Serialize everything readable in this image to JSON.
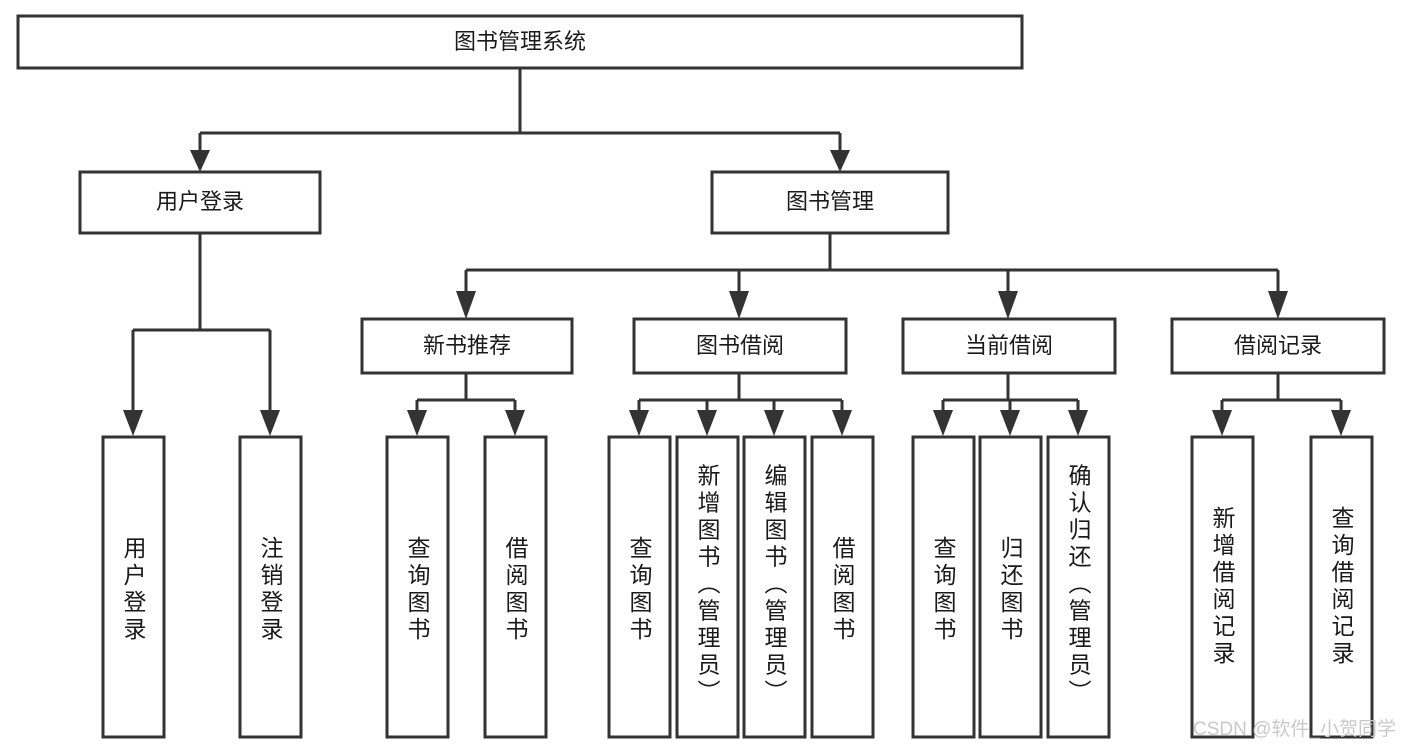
{
  "diagram": {
    "type": "tree-hierarchy",
    "title": "图书管理系统",
    "root": {
      "id": "root",
      "label": "图书管理系统"
    },
    "level1": [
      {
        "id": "user-login",
        "label": "用户登录"
      },
      {
        "id": "book-manage",
        "label": "图书管理"
      }
    ],
    "level2": [
      {
        "id": "new-book-recommend",
        "label": "新书推荐",
        "parent": "book-manage"
      },
      {
        "id": "book-borrow",
        "label": "图书借阅",
        "parent": "book-manage"
      },
      {
        "id": "current-borrow",
        "label": "当前借阅",
        "parent": "book-manage"
      },
      {
        "id": "borrow-record",
        "label": "借阅记录",
        "parent": "book-manage"
      }
    ],
    "leaves": {
      "user_login": [
        {
          "id": "leaf-user-login",
          "label": "用户登录"
        },
        {
          "id": "leaf-user-logout",
          "label": "注销登录"
        }
      ],
      "new_book_recommend": [
        {
          "id": "leaf-query-book-1",
          "label": "查询图书"
        },
        {
          "id": "leaf-borrow-book-1",
          "label": "借阅图书"
        }
      ],
      "book_borrow": [
        {
          "id": "leaf-query-book-2",
          "label": "查询图书"
        },
        {
          "id": "leaf-add-book",
          "label": "新增图书（管理员）"
        },
        {
          "id": "leaf-edit-book",
          "label": "编辑图书（管理员）"
        },
        {
          "id": "leaf-borrow-book-2",
          "label": "借阅图书"
        }
      ],
      "current_borrow": [
        {
          "id": "leaf-query-book-3",
          "label": "查询图书"
        },
        {
          "id": "leaf-return-book",
          "label": "归还图书"
        },
        {
          "id": "leaf-confirm-return",
          "label": "确认归还（管理员）"
        }
      ],
      "borrow_record": [
        {
          "id": "leaf-add-record",
          "label": "新增借阅记录"
        },
        {
          "id": "leaf-query-record",
          "label": "查询借阅记录"
        }
      ]
    }
  },
  "watermark": {
    "text": "CSDN @软件_小贺同学"
  },
  "colors": {
    "box_stroke": "#333333",
    "box_fill": "#ffffff",
    "text": "#1a1a1a",
    "background": "#ffffff",
    "watermark": "#c9c9c9"
  }
}
